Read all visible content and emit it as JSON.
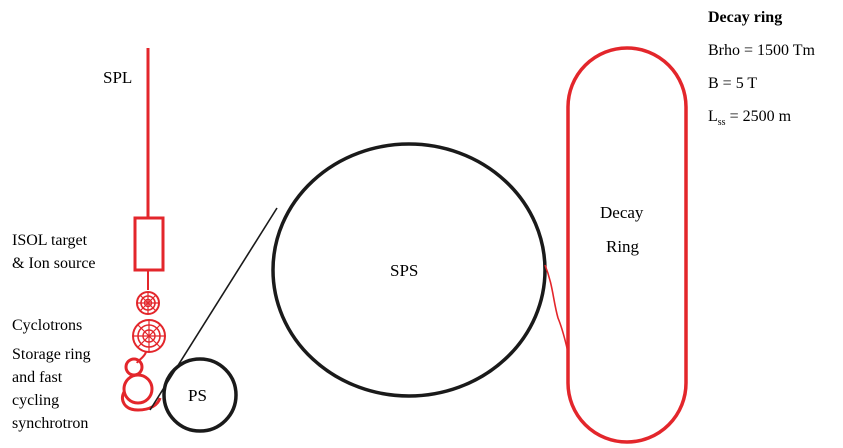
{
  "colors": {
    "accelerator_red": "#e3262b",
    "ring_black": "#1a1a1a",
    "text": "#000000"
  },
  "labels": {
    "spl": "SPL",
    "isol_line1": "ISOL target",
    "isol_line2": "& Ion source",
    "cyclotrons": "Cyclotrons",
    "storage_line1": "Storage ring",
    "storage_line2": "and fast",
    "storage_line3": "cycling",
    "storage_line4": "synchrotron",
    "ps": "PS",
    "sps": "SPS",
    "decay_line1": "Decay",
    "decay_line2": "Ring"
  },
  "decay_ring_params": {
    "title": "Decay ring",
    "brho": "Brho = 1500 Tm",
    "b_field": "B = 5 T",
    "lss_symbol": "L",
    "lss_subscript": "ss",
    "lss_value": " = 2500 m"
  }
}
